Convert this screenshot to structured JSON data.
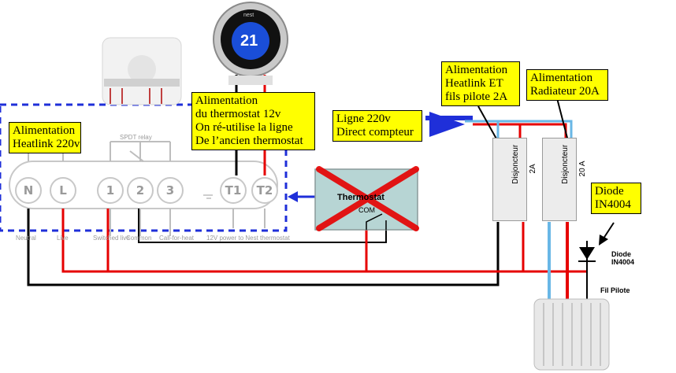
{
  "notes": {
    "heatlink_220": [
      "Alimentation",
      "Heatlink 220v"
    ],
    "thermostat_12v": [
      "Alimentation",
      "du thermostat 12v",
      "On ré-utilise la ligne",
      "De l’ancien thermostat"
    ],
    "ligne_220": [
      "Ligne 220v",
      "Direct compteur"
    ],
    "heatlink_et": [
      "Alimentation",
      "Heatlink ET",
      "fils pilote 2A"
    ],
    "radiateur": [
      "Alimentation",
      "Radiateur 20A"
    ],
    "diode": [
      "Diode",
      "IN4004"
    ]
  },
  "heatlink": {
    "relay_label": "SPDT relay",
    "terminals": [
      "N",
      "L",
      "1",
      "2",
      "3",
      "T1",
      "T2"
    ],
    "bottom_labels": [
      "Neutral",
      "Live",
      "Switched live",
      "Common",
      "Call-for-heat",
      "12V power to Nest thermostat"
    ]
  },
  "old_thermostat": {
    "label": "Thermostat",
    "com_label": "COM"
  },
  "nest": {
    "brand": "nest",
    "temperature": "21"
  },
  "breakers": {
    "breaker_2a": [
      "Disjoncteur",
      "2A"
    ],
    "breaker_20a": [
      "Disjoncteur",
      "20 A"
    ]
  },
  "diode_label": [
    "Diode",
    "IN4004"
  ],
  "fil_pilote": "Fil Pilote",
  "colors": {
    "live": "#e60000",
    "neutral": "#000000",
    "pilot": "#69b7e6",
    "frame": "#1f2fd9",
    "note": "#ffff00",
    "cross": "#e60000"
  }
}
